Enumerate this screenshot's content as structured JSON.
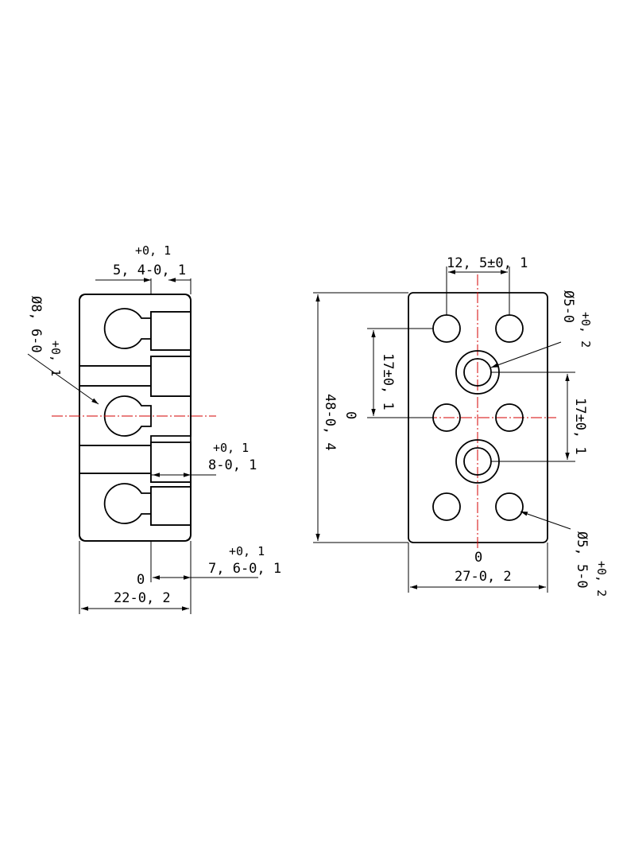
{
  "colors": {
    "line": "#000000",
    "centerline": "#d40000",
    "background": "#ffffff"
  },
  "section_view": {
    "dim_top_tol_upper": "+0, 1",
    "dim_top_value": "5, 4-0, 1",
    "dim_dia_value": "Ø8, 6-0",
    "dim_dia_tol_upper": "+0, 1",
    "dim_mid_tol_upper": "+0, 1",
    "dim_mid_value": "8-0, 1",
    "dim_bottom_tol_upper": "+0, 1",
    "dim_bottom_value": "7, 6-0, 1",
    "dim_bottom_zero": "0",
    "dim_width_value": "22-0, 2"
  },
  "plan_view": {
    "dim_pitch_top": "12, 5±0, 1",
    "dim_dia_top_value": "Ø5-0",
    "dim_dia_top_tol_upper": "+0, 2",
    "dim_pitch_left": "17±0, 1",
    "dim_height_zero": "0",
    "dim_height_value": "48-0, 4",
    "dim_pitch_right": "17±0, 1",
    "dim_dia_bottom_value": "Ø5, 5-0",
    "dim_dia_bottom_tol_upper": "+0, 2",
    "dim_width_zero": "0",
    "dim_width_value": "27-0, 2"
  }
}
